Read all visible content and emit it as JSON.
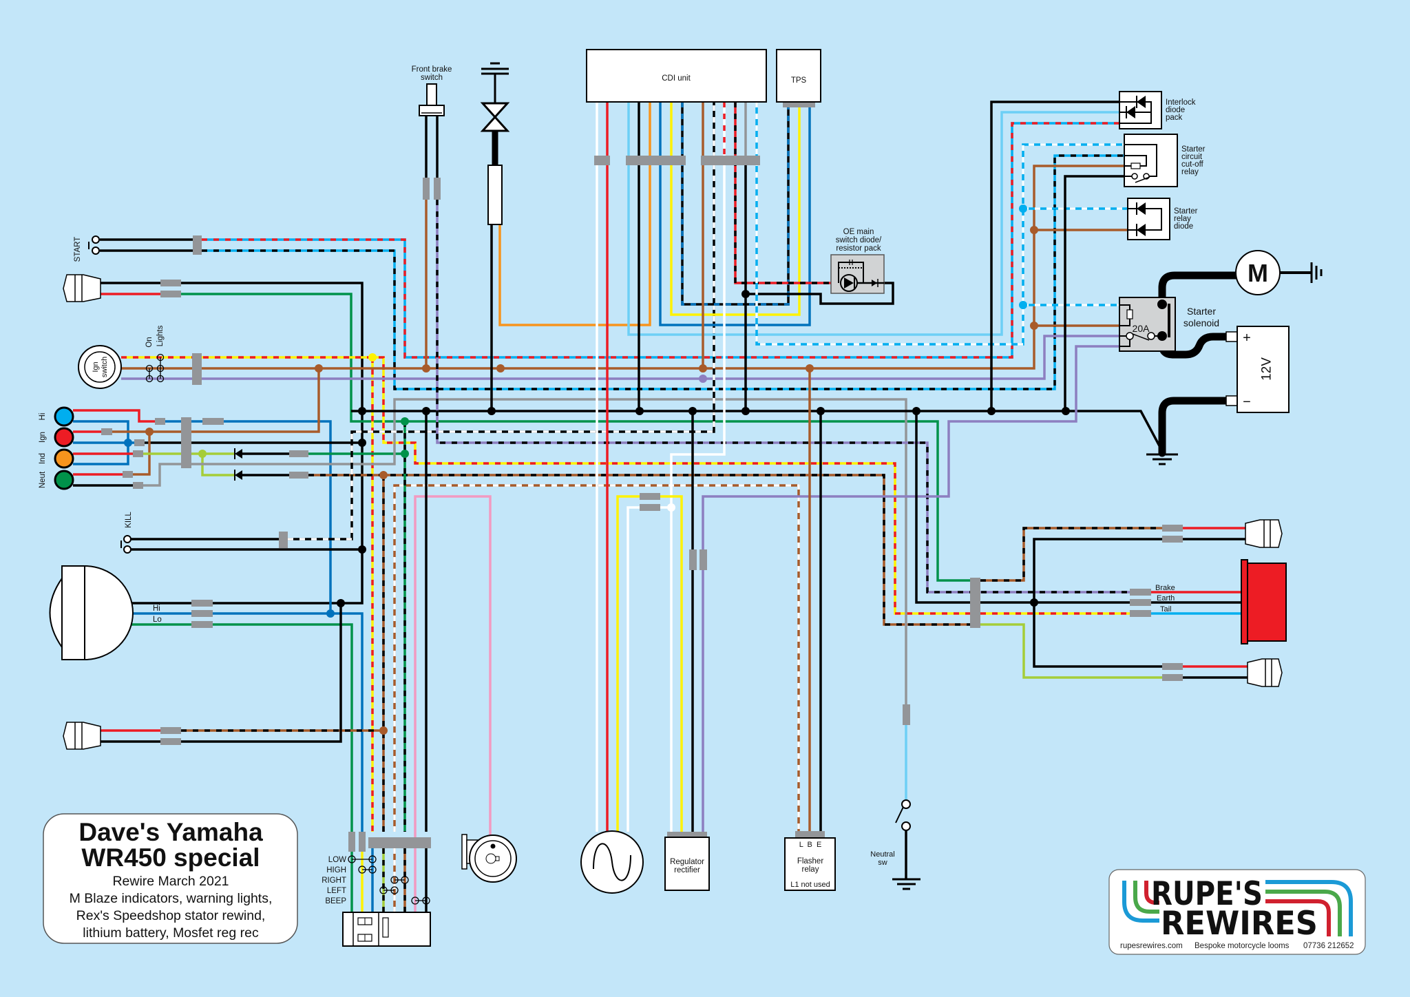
{
  "title_block": {
    "line1": "Dave's Yamaha",
    "line2": "WR450 special",
    "line3": "Rewire March 2021",
    "line4": "M Blaze indicators, warning lights,",
    "line5": "Rex's Speedshop stator rewind,",
    "line6": "lithium battery, Mosfet reg rec"
  },
  "components": {
    "cdi": "CDI unit",
    "tps": "TPS",
    "front_brake": [
      "Front brake",
      "switch"
    ],
    "oe_pack": [
      "OE main",
      "switch diode/",
      "resistor pack"
    ],
    "interlock": [
      "Interlock",
      "diode",
      "pack"
    ],
    "cutoff_relay": [
      "Starter",
      "circuit",
      "cut-off",
      "relay"
    ],
    "starter_relay_diode": [
      "Starter",
      "relay",
      "diode"
    ],
    "solenoid": [
      "Starter",
      "solenoid"
    ],
    "solenoid_fuse": "20A",
    "motor": "M",
    "battery": "12V",
    "battery_pos": "+",
    "battery_neg": "−",
    "start": "START",
    "kill": "KILL",
    "ign_switch": [
      "Ign",
      "switch"
    ],
    "ign_positions": [
      "On",
      "Lights"
    ],
    "warning_lights": [
      {
        "label": "Hi",
        "color": "#00aeef"
      },
      {
        "label": "Ign",
        "color": "#ed1c24"
      },
      {
        "label": "Ind",
        "color": "#f7941d"
      },
      {
        "label": "Neut",
        "color": "#00924a"
      }
    ],
    "headlight_labels": [
      "Hi",
      "Lo"
    ],
    "handlebar_switch": [
      "LOW",
      "HIGH",
      "RIGHT",
      "LEFT",
      "BEEP"
    ],
    "regulator": [
      "Regulator",
      "rectifier"
    ],
    "flasher": {
      "pins": "L  B  E",
      "name": [
        "Flasher",
        "relay"
      ],
      "note": "L1 not used"
    },
    "neutral": [
      "Neutral",
      "sw"
    ],
    "tail_labels": [
      "Brake",
      "Earth",
      "Tail"
    ]
  },
  "logo": {
    "line1": "RUPE'S",
    "line2": "REWIRES",
    "website": "rupesrewires.com",
    "tagline": "Bespoke motorcycle looms",
    "phone": "07736 212652",
    "stripe_colors": {
      "blue": "#1b9ad6",
      "green": "#4aa84a",
      "red": "#d0202e"
    }
  },
  "colors": {
    "background": "#c3e6f9",
    "connector": "#939598",
    "tail_light": "#ed1c24",
    "component_gray": "#d1d3d4"
  },
  "wire_colors": {
    "black": "#000000",
    "red": "#ed1c24",
    "blue": "#0072bc",
    "light_blue": "#6dcff6",
    "sky": "#00aeef",
    "green": "#00924a",
    "lime": "#a5cd39",
    "yellow": "#fff200",
    "orange": "#f7941d",
    "brown": "#a85b2a",
    "purple": "#8d7fc0",
    "gray": "#939598",
    "white": "#ffffff",
    "pink": "#f29ac1"
  }
}
